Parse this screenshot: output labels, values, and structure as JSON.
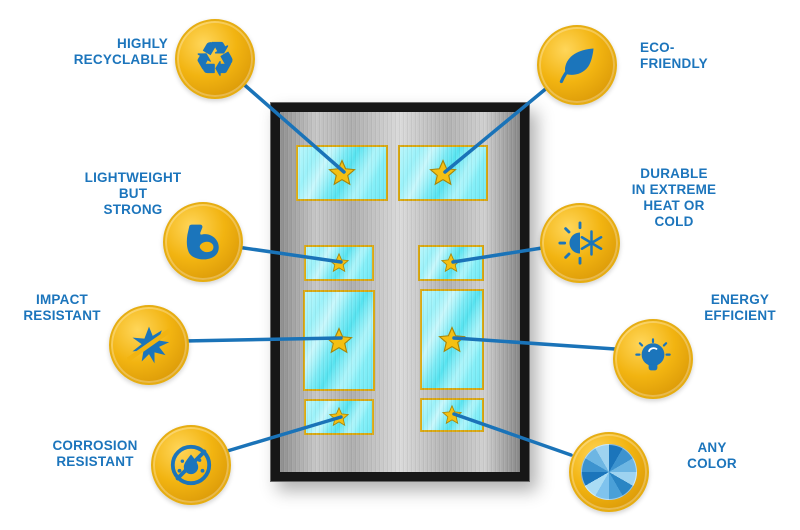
{
  "colors": {
    "accent_blue": "#1b75bb",
    "badge_gold": "#f2b411",
    "glass_cyan": "#7deef8",
    "star_gold": "#f4c013",
    "label_blue": "#1c75bc"
  },
  "icons": {
    "recycle_glyph": "♻"
  },
  "features": [
    {
      "id": "highly-recyclable",
      "label": "HIGHLY\nRECYCLABLE",
      "icon": "recycle-icon"
    },
    {
      "id": "eco-friendly",
      "label": "ECO-\nFRIENDLY",
      "icon": "leaf-icon"
    },
    {
      "id": "lightweight-but-strong",
      "label": "LIGHTWEIGHT\nBUT\nSTRONG",
      "icon": "muscle-icon"
    },
    {
      "id": "durable-extreme-temps",
      "label": "DURABLE\nIN EXTREME\nHEAT OR\nCOLD",
      "icon": "sun-snowflake-icon"
    },
    {
      "id": "impact-resistant",
      "label": "IMPACT\nRESISTANT",
      "icon": "impact-burst-icon"
    },
    {
      "id": "energy-efficient",
      "label": "ENERGY\nEFFICIENT",
      "icon": "lightbulb-icon"
    },
    {
      "id": "corrosion-resistant",
      "label": "CORROSION\nRESISTANT",
      "icon": "water-splash-icon"
    },
    {
      "id": "any-color",
      "label": "ANY\nCOLOR",
      "icon": "color-wheel-icon"
    }
  ]
}
